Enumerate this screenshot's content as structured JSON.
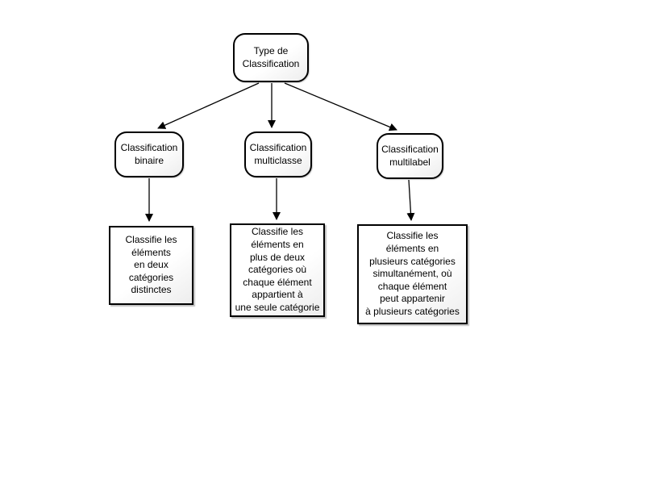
{
  "diagram": {
    "title": "Type de Classification flowchart",
    "colors": {
      "node_border": "#000000",
      "node_fill_top": "#ffffff",
      "node_fill_bottom": "#ededed",
      "text": "#000000",
      "background": "#ffffff"
    },
    "root_node": {
      "label": "Type de\nClassification"
    },
    "branches": [
      {
        "label": "Classification\nbinaire",
        "description": "Classifie les\néléments\nen deux\ncatégories\ndistinctes"
      },
      {
        "label": "Classification\nmulticlasse",
        "description": "Classifie les\néléments en\nplus de deux\ncatégories où\nchaque élément\nappartient à\nune seule catégorie"
      },
      {
        "label": "Classification\nmultilabel",
        "description": "Classifie les\néléments en\nplusieurs catégories\nsimultanément, où\nchaque élément\npeut appartenir\nà plusieurs catégories"
      }
    ]
  }
}
